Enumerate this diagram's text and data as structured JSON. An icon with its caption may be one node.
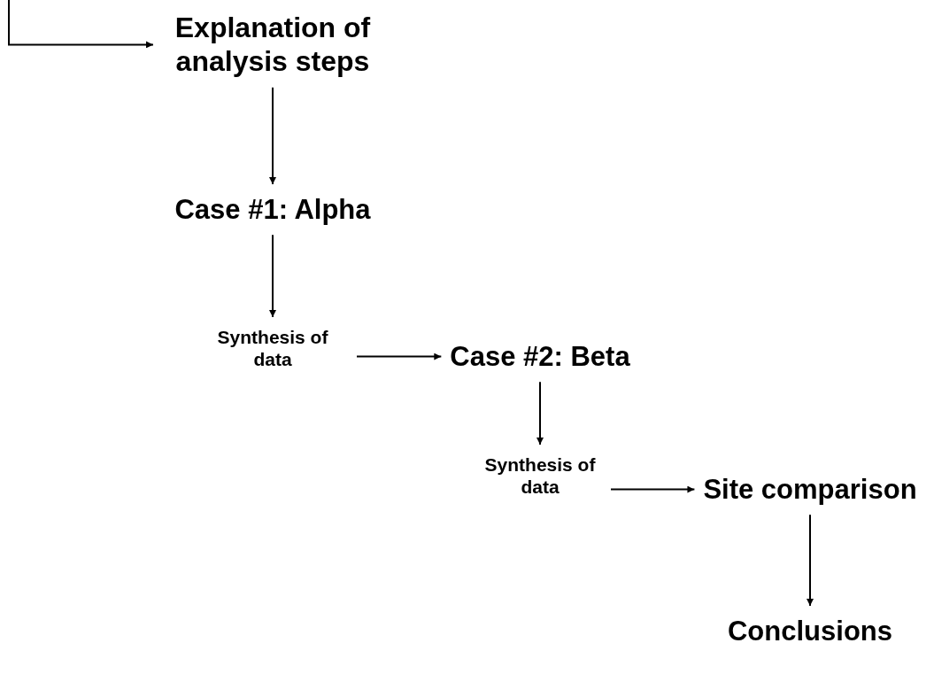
{
  "diagram": {
    "nodes": [
      {
        "text": [
          "Explanation of analysis steps"
        ]
      },
      {
        "text": [
          "Case #1: Alpha"
        ]
      },
      {
        "text": [
          "Synthesis of data"
        ]
      },
      {
        "text": [
          "Case #2: Beta"
        ]
      },
      {
        "text": [
          "Synthesis of data"
        ]
      },
      {
        "text": [
          "Site comparison"
        ]
      },
      {
        "text": [
          "Conclusions"
        ]
      }
    ],
    "edges": [
      {
        "from": null,
        "to": 0,
        "arrow": "to"
      },
      {
        "from": 0,
        "to": 1,
        "arrow": "to"
      },
      {
        "from": 1,
        "to": 2,
        "arrow": "to"
      },
      {
        "from": 2,
        "to": 3,
        "arrow": "to"
      },
      {
        "from": 3,
        "to": 4,
        "arrow": "to"
      },
      {
        "from": 4,
        "to": 5,
        "arrow": "to"
      },
      {
        "from": 5,
        "to": 6,
        "arrow": "to"
      }
    ]
  }
}
